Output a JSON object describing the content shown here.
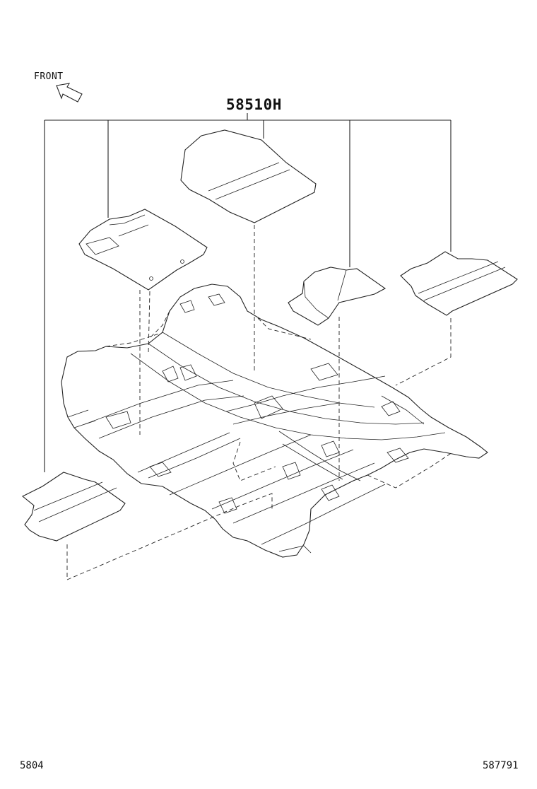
{
  "labels": {
    "front": "FRONT",
    "part_number": "58510H"
  },
  "footer": {
    "left_code": "5804",
    "right_code": "587791"
  },
  "icons": {
    "front_arrow": "front-arrow-icon"
  }
}
